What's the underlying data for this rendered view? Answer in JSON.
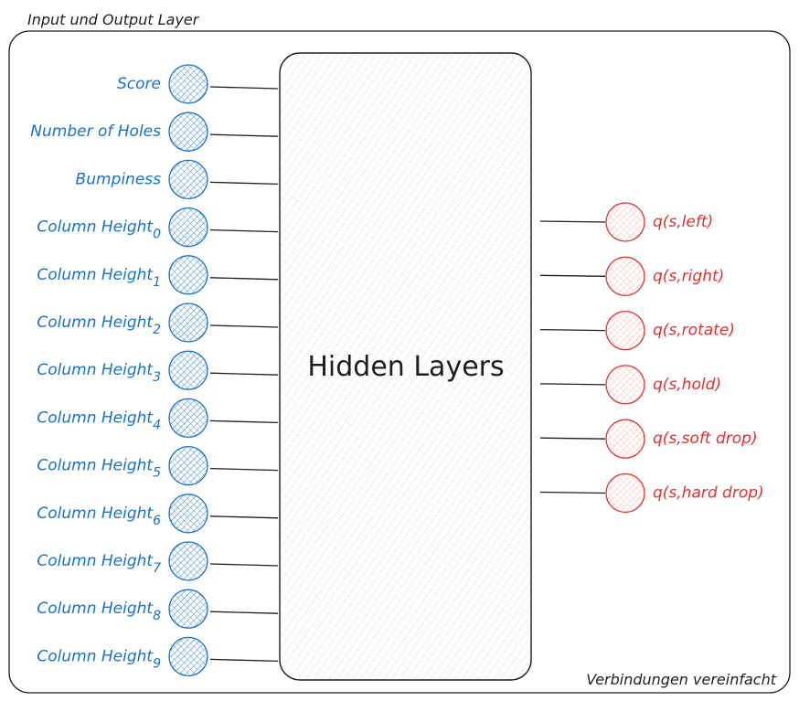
{
  "frame_title": "Input und Output Layer",
  "hidden_label": "Hidden Layers",
  "note": "Verbindungen vereinfacht",
  "inputs": [
    {
      "text": "Score",
      "sub": ""
    },
    {
      "text": "Number of Holes",
      "sub": ""
    },
    {
      "text": "Bumpiness",
      "sub": ""
    },
    {
      "text": "Column Height",
      "sub": "0"
    },
    {
      "text": "Column Height",
      "sub": "1"
    },
    {
      "text": "Column Height",
      "sub": "2"
    },
    {
      "text": "Column Height",
      "sub": "3"
    },
    {
      "text": "Column Height",
      "sub": "4"
    },
    {
      "text": "Column Height",
      "sub": "5"
    },
    {
      "text": "Column Height",
      "sub": "6"
    },
    {
      "text": "Column Height",
      "sub": "7"
    },
    {
      "text": "Column Height",
      "sub": "8"
    },
    {
      "text": "Column Height",
      "sub": "9"
    }
  ],
  "outputs": [
    "q(s,left)",
    "q(s,right)",
    "q(s,rotate)",
    "q(s,hold)",
    "q(s,soft drop)",
    "q(s,hard drop)"
  ],
  "colors": {
    "input": "#1971c2",
    "output": "#e03131",
    "ink": "#1e1e1e"
  }
}
